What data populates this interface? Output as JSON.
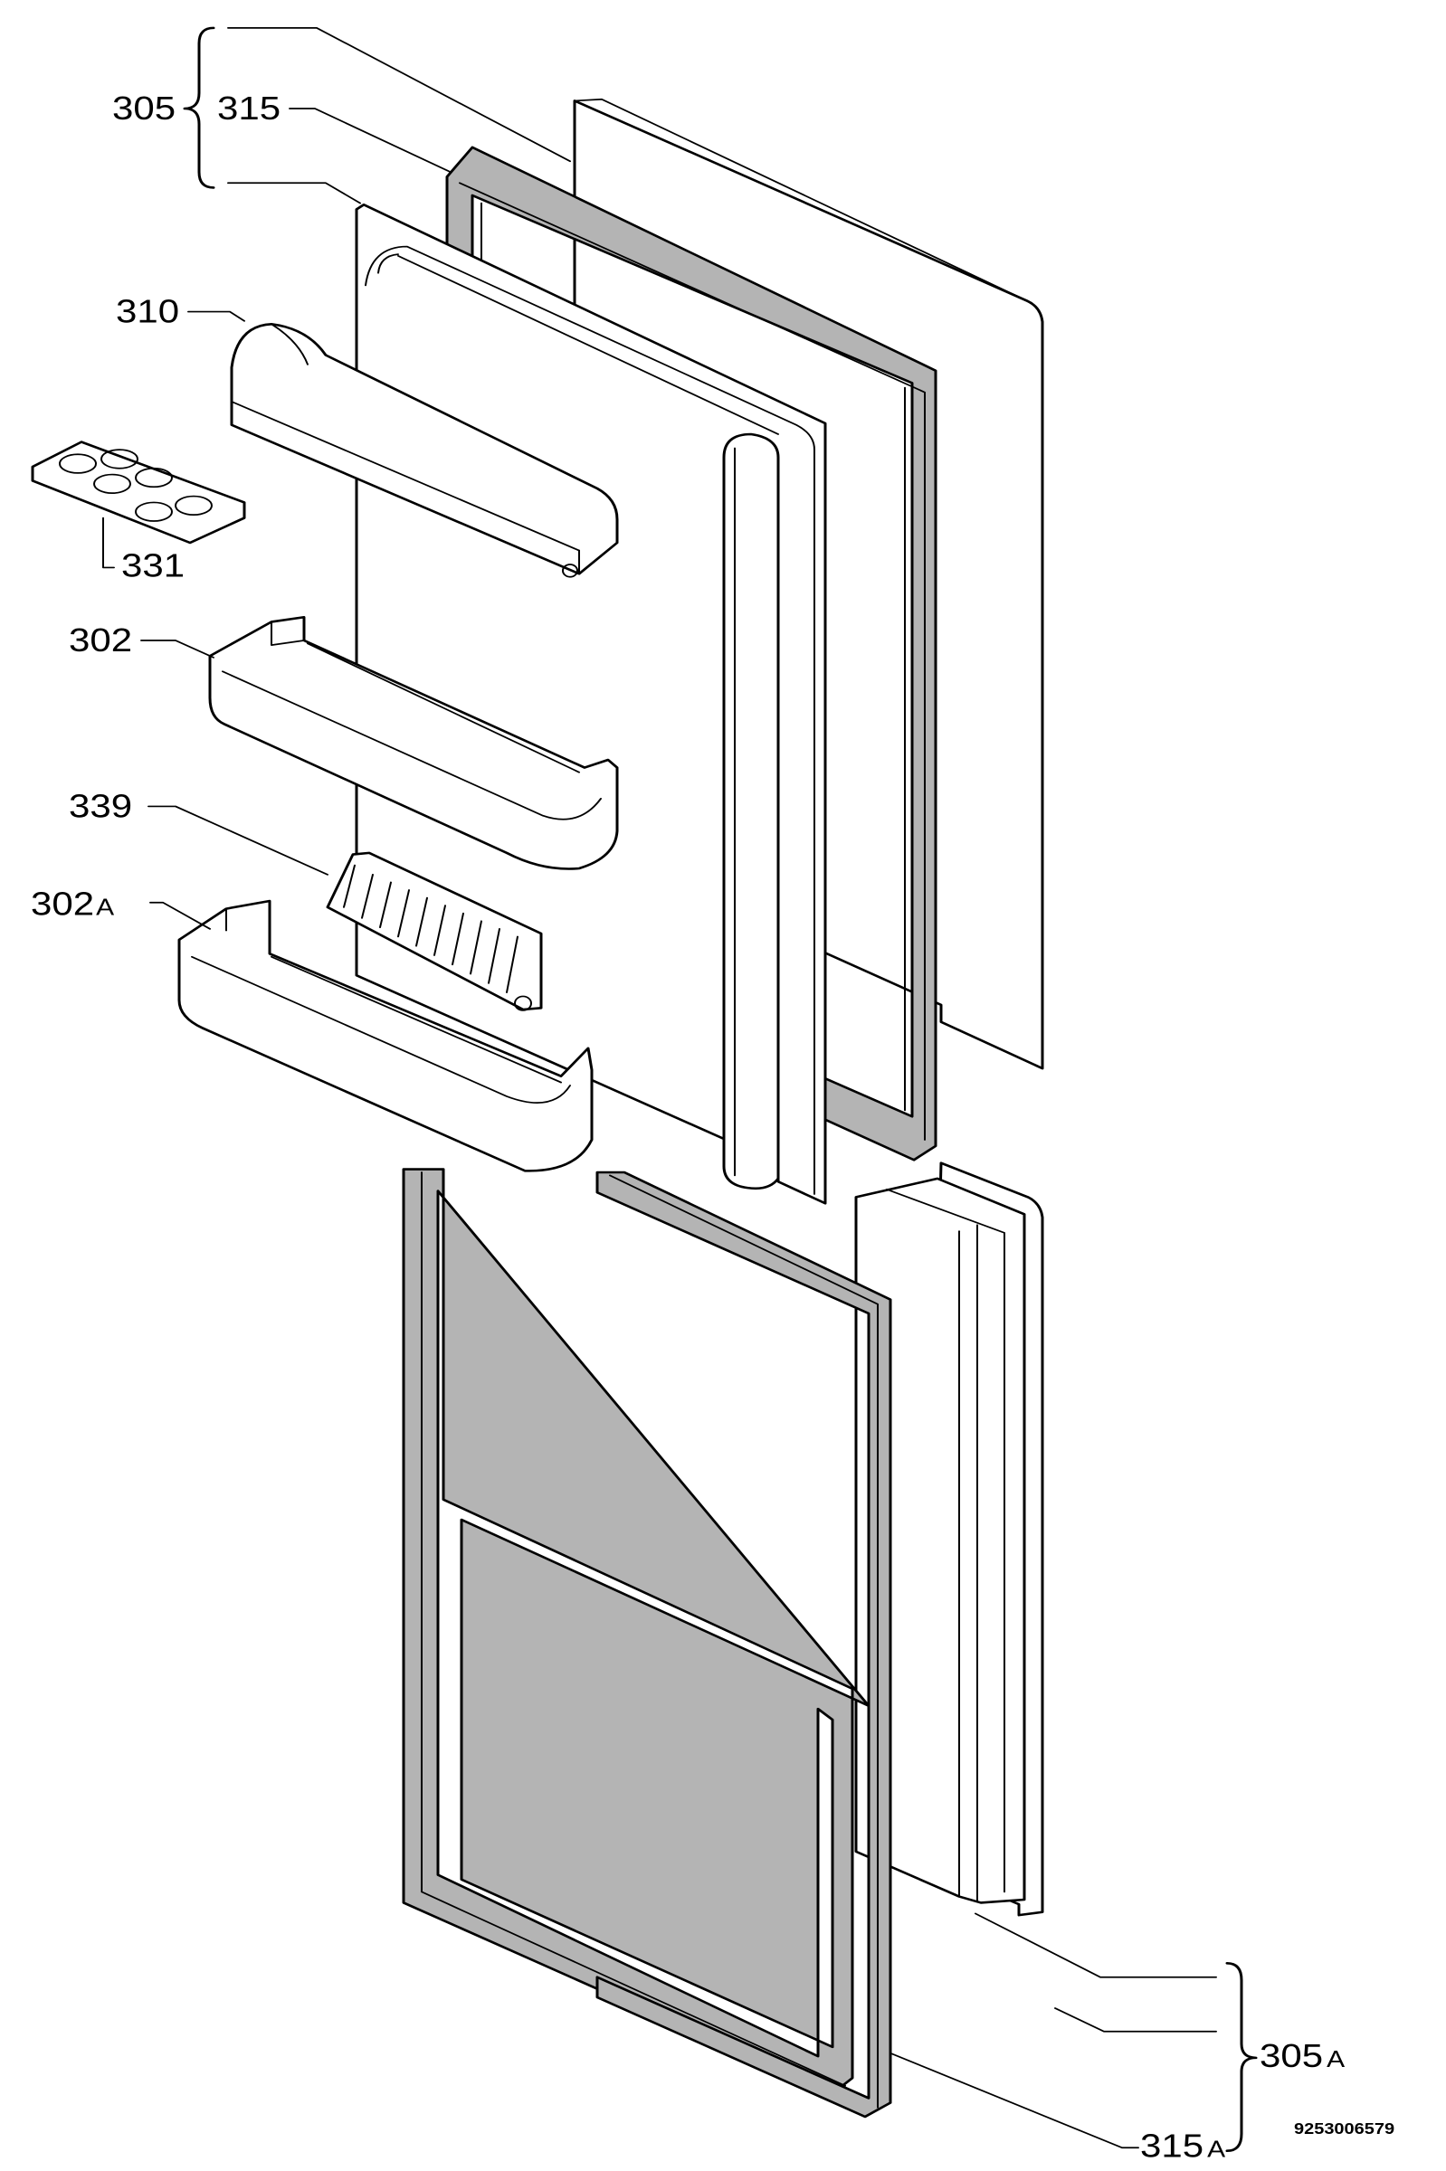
{
  "callouts": {
    "c305": "305",
    "c315": "315",
    "c310": "310",
    "c331": "331",
    "c302": "302",
    "c339": "339",
    "c302a_num": "302",
    "c302a_suffix": "A",
    "c305a_num": "305",
    "c305a_suffix": "A",
    "c315a_num": "315",
    "c315a_suffix": "A"
  },
  "document_number": "9253006579"
}
